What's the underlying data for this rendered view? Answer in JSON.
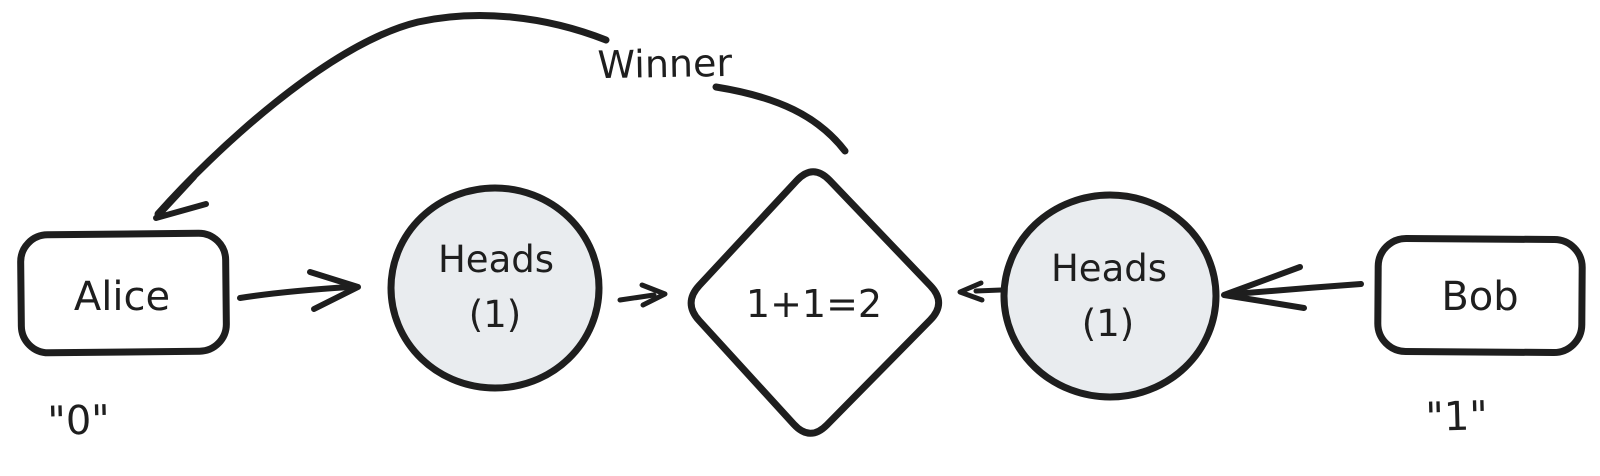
{
  "canvas": {
    "background": "#ffffff",
    "stroke_color": "#1e1e1e",
    "coin_fill": "#e9ecef"
  },
  "nodes": {
    "alice": {
      "label": "Alice",
      "value_below": "\"0\""
    },
    "alice_coin": {
      "line1": "Heads",
      "line2": "(1)"
    },
    "sum": {
      "label": "1+1=2"
    },
    "bob_coin": {
      "line1": "Heads",
      "line2": "(1)"
    },
    "bob": {
      "label": "Bob",
      "value_below": "\"1\""
    }
  },
  "edges": {
    "winner": {
      "label": "Winner"
    }
  }
}
